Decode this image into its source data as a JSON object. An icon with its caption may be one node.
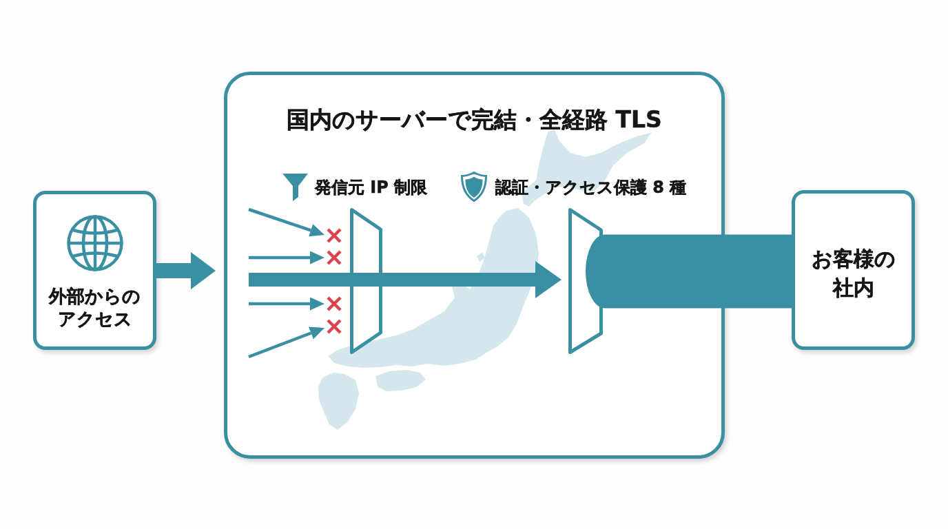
{
  "diagram": {
    "nodes": [
      {
        "text": [
          "外部からのアクセス"
        ]
      },
      {
        "text": [
          "国内のサーバーで完結・全経路 TLS"
        ]
      },
      {
        "text": [],
        "shape": "trapezoid",
        "in": 1,
        "beside": [
          "発信元 IP 制限"
        ]
      },
      {
        "text": [],
        "shape": "trapezoid",
        "in": 1,
        "beside": [
          "認証・アクセス保護 8 種"
        ]
      },
      {
        "text": [],
        "shape": "cross",
        "in": 1
      },
      {
        "text": [],
        "shape": "cross",
        "in": 1
      },
      {
        "text": [],
        "shape": "cross",
        "in": 1
      },
      {
        "text": [],
        "shape": "cross",
        "in": 1
      },
      {
        "text": [
          "お客様の社内"
        ]
      }
    ],
    "edges": [
      {
        "from": 0,
        "to": 1,
        "arrow": "to",
        "style": "thick"
      },
      {
        "from": null,
        "to": 3,
        "arrow": "to",
        "style": "thick"
      },
      {
        "from": null,
        "to": 4,
        "arrow": "to"
      },
      {
        "from": null,
        "to": 5,
        "arrow": "to"
      },
      {
        "from": null,
        "to": 6,
        "arrow": "to"
      },
      {
        "from": null,
        "to": 7,
        "arrow": "to"
      },
      {
        "from": 3,
        "to": 8,
        "arrow": "none",
        "style": "thick"
      }
    ]
  }
}
